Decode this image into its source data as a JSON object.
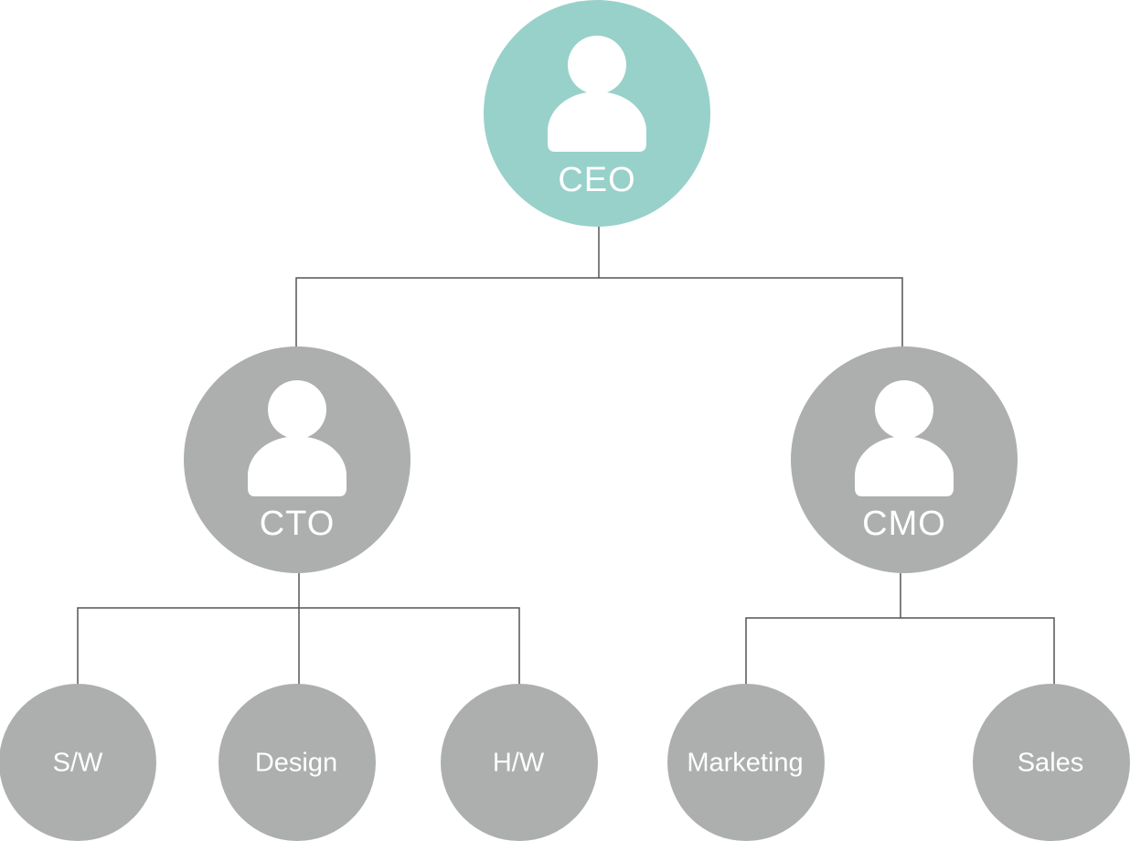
{
  "colors": {
    "root": "#98d1ca",
    "node": "#adafaf",
    "icon": "#ffffff",
    "connector": "#555555"
  },
  "nodes": {
    "ceo": {
      "label": "CEO",
      "icon": "person-icon"
    },
    "cto": {
      "label": "CTO",
      "icon": "person-icon"
    },
    "cmo": {
      "label": "CMO",
      "icon": "person-icon"
    },
    "sw": {
      "label": "S/W"
    },
    "design": {
      "label": "Design"
    },
    "hw": {
      "label": "H/W"
    },
    "marketing": {
      "label": "Marketing"
    },
    "sales": {
      "label": "Sales"
    }
  }
}
